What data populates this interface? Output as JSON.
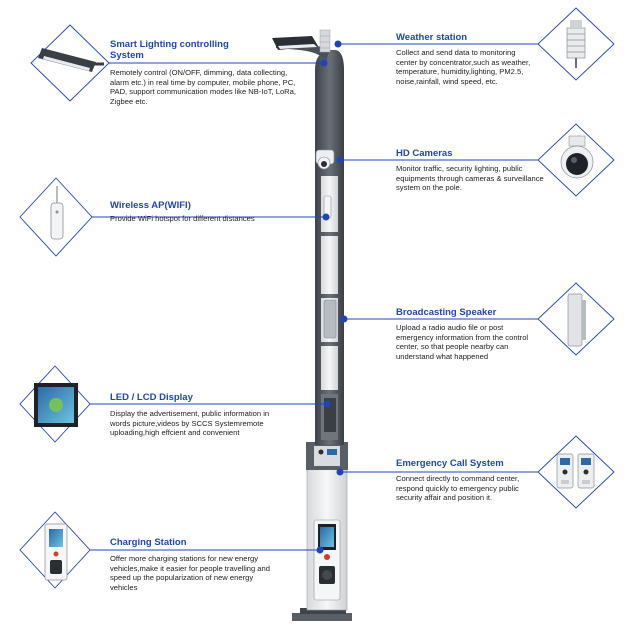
{
  "colors": {
    "accent": "#1f47b0",
    "line": "#2044b8",
    "dot": "#2044b8",
    "pole": "#4e545c",
    "text": "#222222"
  },
  "features": [
    {
      "title": "Smart Lighting controlling System",
      "desc": "Remotely control (ON/OFF, dimming, data collecting, alarm etc.) in real time by computer, mobile phone, PC, PAD, support communication modes like NB-IoT, LoRa, Zigbee etc.",
      "icon": "street-light-icon"
    },
    {
      "title": "Weather station",
      "desc": "Collect and send data to monitoring center by concentrator,such as weather, temperature, humidity,lighting, PM2.5, noise,rainfall, wind speed, etc.",
      "icon": "weather-station-icon"
    },
    {
      "title": "HD Cameras",
      "desc": "Monitor traffic, security lighting, public equipments through cameras & surveillance system on the pole.",
      "icon": "dome-camera-icon"
    },
    {
      "title": "Wireless AP(WIFI)",
      "desc": "Provide WiFi hotspot for different distances",
      "icon": "wifi-ap-icon"
    },
    {
      "title": "Broadcasting Speaker",
      "desc": "Upload a radio audio file or post emergency information from the control center, so that people nearby can understand what happened",
      "icon": "column-speaker-icon"
    },
    {
      "title": "LED / LCD Display",
      "desc": "Display the advertisement, public information in words picture,videos by SCCS Systemremote uploading,high effcient and convenient",
      "icon": "lcd-display-icon"
    },
    {
      "title": "Emergency Call System",
      "desc": "Connect directly to command center, respond quickly to emergency public security affair and position it.",
      "icon": "intercom-icon"
    },
    {
      "title": "Charging Station",
      "desc": "Offer more charging stations for new energy vehicles,make it easier for people travelling and speed up the popularization of new energy vehicles",
      "icon": "ev-charger-icon"
    }
  ]
}
